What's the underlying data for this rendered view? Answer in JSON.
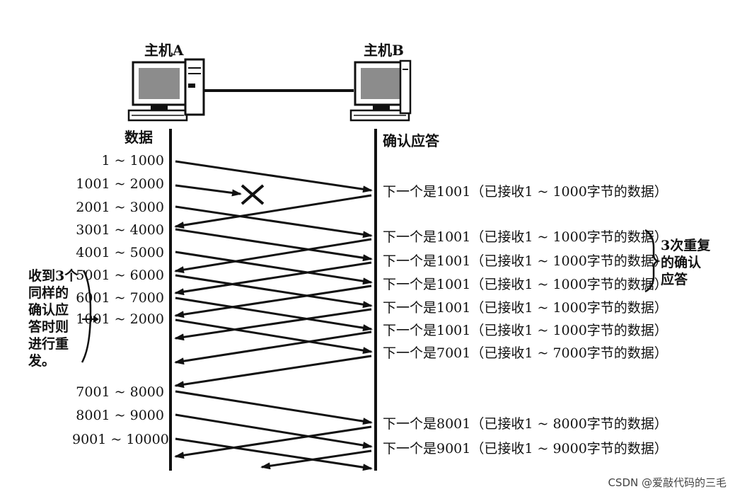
{
  "hosts": {
    "a": "主机A",
    "b": "主机B"
  },
  "column_headers": {
    "left": "数据",
    "right": "确认应答"
  },
  "segments": [
    {
      "label": "1 ~ 1000"
    },
    {
      "label": "1001 ~ 2000"
    },
    {
      "label": "2001 ~ 3000"
    },
    {
      "label": "3001 ~ 4000"
    },
    {
      "label": "4001 ~ 5000"
    },
    {
      "label": "5001 ~ 6000"
    },
    {
      "label": "6001 ~ 7000"
    },
    {
      "label": "1001 ~ 2000"
    },
    {
      "label": "7001 ~ 8000"
    },
    {
      "label": "8001 ~ 9000"
    },
    {
      "label": "9001 ~ 10000"
    }
  ],
  "acks": [
    "下一个是1001（已接收1 ~ 1000字节的数据）",
    "下一个是1001（已接收1 ~ 1000字节的数据）",
    "下一个是1001（已接收1 ~ 1000字节的数据）",
    "下一个是1001（已接收1 ~ 1000字节的数据）",
    "下一个是1001（已接收1 ~ 1000字节的数据）",
    "下一个是1001（已接收1 ~ 1000字节的数据）",
    "下一个是7001（已接收1 ~ 7000字节的数据）",
    "下一个是8001（已接收1 ~ 8000字节的数据）",
    "下一个是9001（已接收1 ~ 9000字节的数据）"
  ],
  "notes": {
    "dup_ack": [
      "3次重复",
      "的确认",
      "应答"
    ],
    "retransmit": [
      "收到3个",
      "同样的",
      "确认应",
      "答时则",
      "进行重",
      "发。"
    ]
  },
  "watermark": "CSDN @爱敲代码的三毛",
  "colors": {
    "ink": "#111111",
    "screen": "#8c8c8c"
  }
}
